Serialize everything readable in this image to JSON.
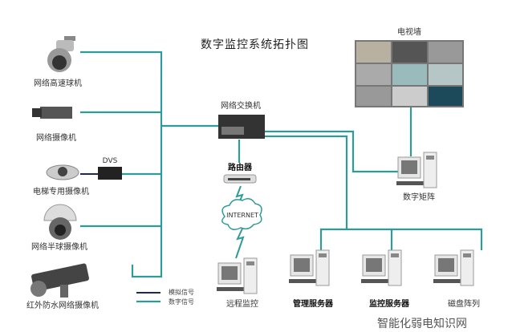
{
  "title": "数字监控系统拓扑图",
  "colors": {
    "digital_line": "#2f9b98",
    "analog_line": "#1d2b4c"
  },
  "cameras": [
    {
      "label": "网络高速球机",
      "icon": "speed-dome-camera-icon"
    },
    {
      "label": "网络摄像机",
      "icon": "box-camera-icon"
    },
    {
      "label": "电梯专用摄像机",
      "icon": "elevator-camera-icon"
    },
    {
      "label": "网络半球摄像机",
      "icon": "dome-camera-icon"
    },
    {
      "label": "红外防水网络摄像机",
      "icon": "bullet-camera-icon"
    }
  ],
  "dvs": "DVS",
  "switch": "网络交换机",
  "router": "路由器",
  "internet": "INTERNET",
  "tv_wall": "电视墙",
  "matrix": "数字矩阵",
  "clients": [
    {
      "label": "远程监控"
    },
    {
      "label": "管理服务器"
    },
    {
      "label": "监控服务器"
    },
    {
      "label": "磁盘阵列"
    }
  ],
  "legend": {
    "analog": "模拟信号",
    "digital": "数字信号"
  },
  "watermark": "智能化弱电知识网"
}
